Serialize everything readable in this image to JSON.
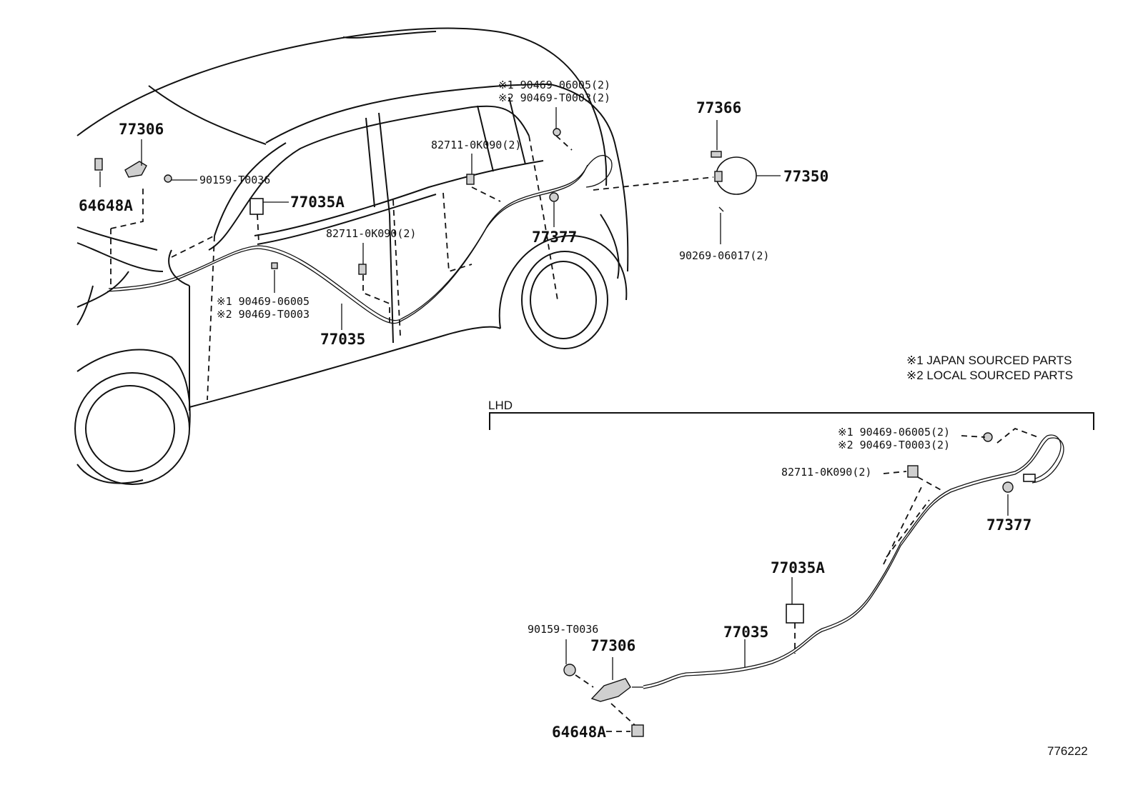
{
  "car_view": {
    "labels": {
      "p77306": "77306",
      "p64648a": "64648A",
      "p90159": "90159-T0036",
      "p77035a": "77035A",
      "p82711_a": "82711-0K090(2)",
      "p82711_b": "82711-0K090(2)",
      "p90469_j_top": "※1 90469-06005(2)",
      "p90469_l_top": "※2 90469-T0003(2)",
      "p90469_j_mid": "※1 90469-06005",
      "p90469_l_mid": "※2 90469-T0003",
      "p77035": "77035",
      "p77377": "77377",
      "p77366": "77366",
      "p77350": "77350",
      "p90269": "90269-06017(2)"
    }
  },
  "notes": {
    "japan": "※1 JAPAN SOURCED PARTS",
    "local": "※2 LOCAL SOURCED PARTS"
  },
  "lhd_view": {
    "section_label": "LHD",
    "labels": {
      "p90469_j": "※1 90469-06005(2)",
      "p90469_l": "※2 90469-T0003(2)",
      "p82711": "82711-0K090(2)",
      "p77377": "77377",
      "p77035a": "77035A",
      "p77035": "77035",
      "p90159": "90159-T0036",
      "p77306": "77306",
      "p64648a": "64648A"
    }
  },
  "figure_number": "776222"
}
